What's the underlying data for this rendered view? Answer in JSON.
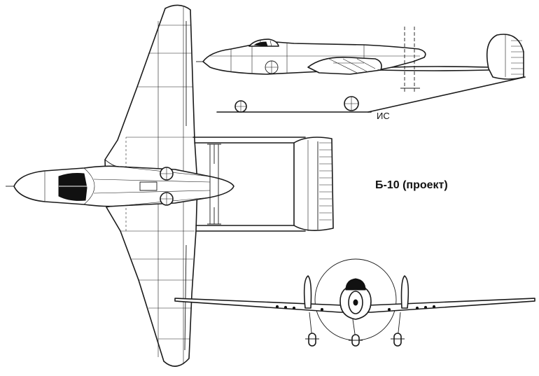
{
  "caption": "Б-10 (проект)",
  "ground_line_mark": "ИС",
  "views": [
    "top-view",
    "side-view",
    "front-view"
  ]
}
